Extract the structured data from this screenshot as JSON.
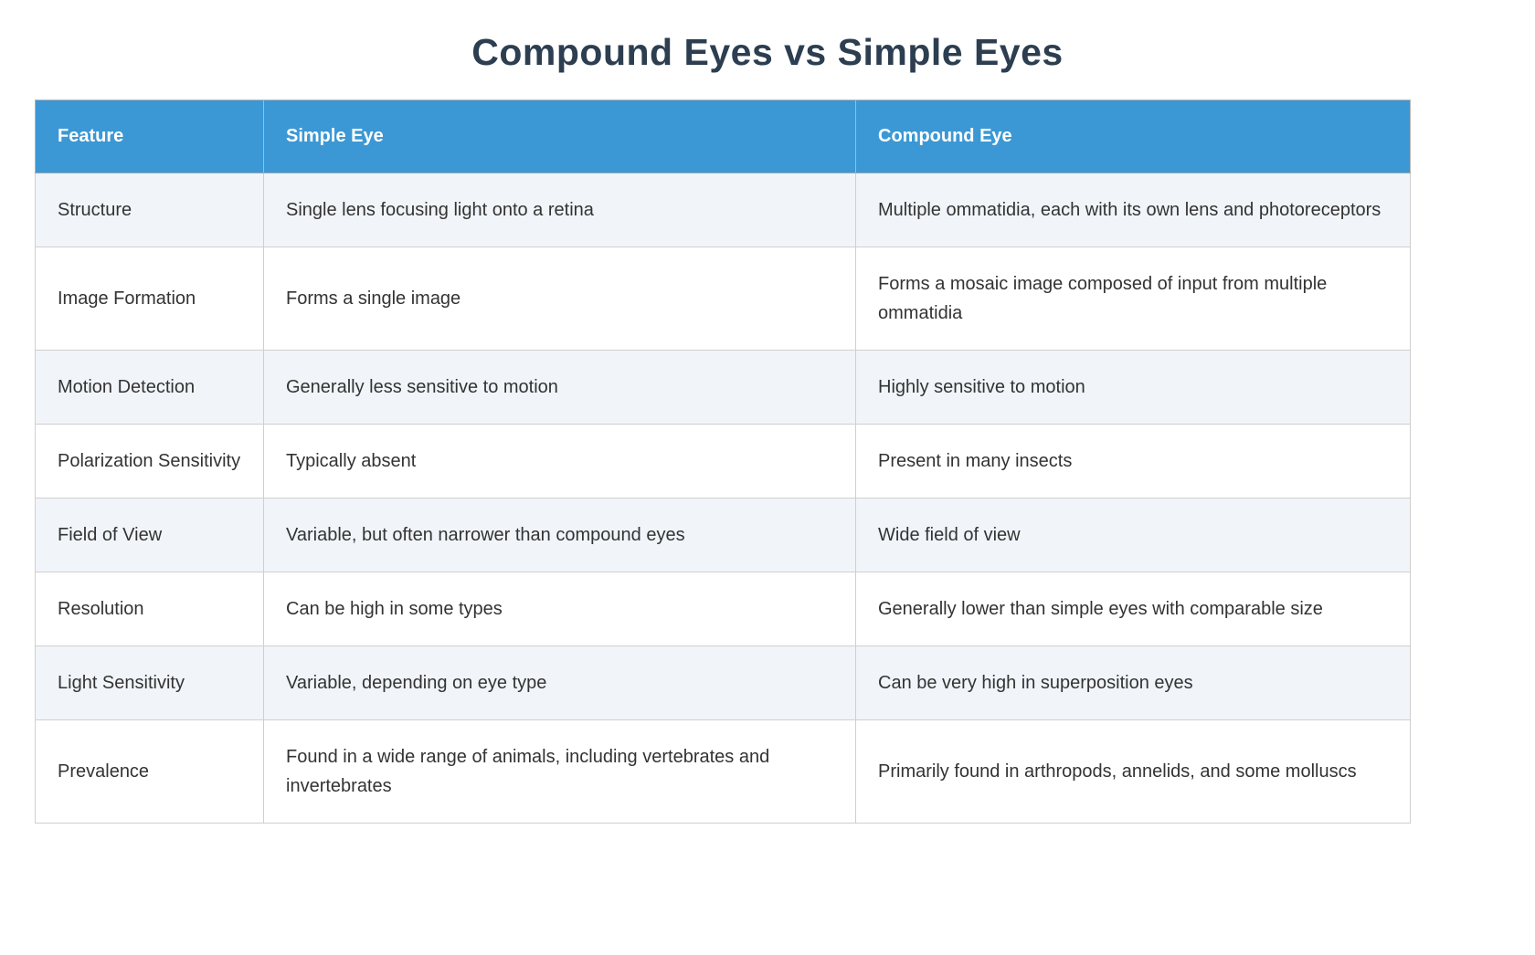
{
  "title": "Compound Eyes vs Simple Eyes",
  "colors": {
    "header_bg": "#3b98d4",
    "header_text": "#ffffff",
    "row_alt_bg": "#f1f5f9",
    "row_bg": "#ffffff",
    "cell_text": "#333333",
    "title_text": "#2c3e50",
    "border": "#cfcfcf"
  },
  "table": {
    "headers": [
      "Feature",
      "Simple Eye",
      "Compound Eye"
    ],
    "rows": [
      [
        "Structure",
        "Single lens focusing light onto a retina",
        "Multiple ommatidia, each with its own lens and photoreceptors"
      ],
      [
        "Image Formation",
        "Forms a single image",
        "Forms a mosaic image composed of input from multiple ommatidia"
      ],
      [
        "Motion Detection",
        "Generally less sensitive to motion",
        "Highly sensitive to motion"
      ],
      [
        "Polarization Sensitivity",
        "Typically absent",
        "Present in many insects"
      ],
      [
        "Field of View",
        "Variable, but often narrower than compound eyes",
        "Wide field of view"
      ],
      [
        "Resolution",
        "Can be high in some types",
        "Generally lower than simple eyes with comparable size"
      ],
      [
        "Light Sensitivity",
        "Variable, depending on eye type",
        "Can be very high in superposition eyes"
      ],
      [
        "Prevalence",
        "Found in a wide range of animals, including vertebrates and invertebrates",
        "Primarily found in arthropods, annelids, and some molluscs"
      ]
    ]
  }
}
